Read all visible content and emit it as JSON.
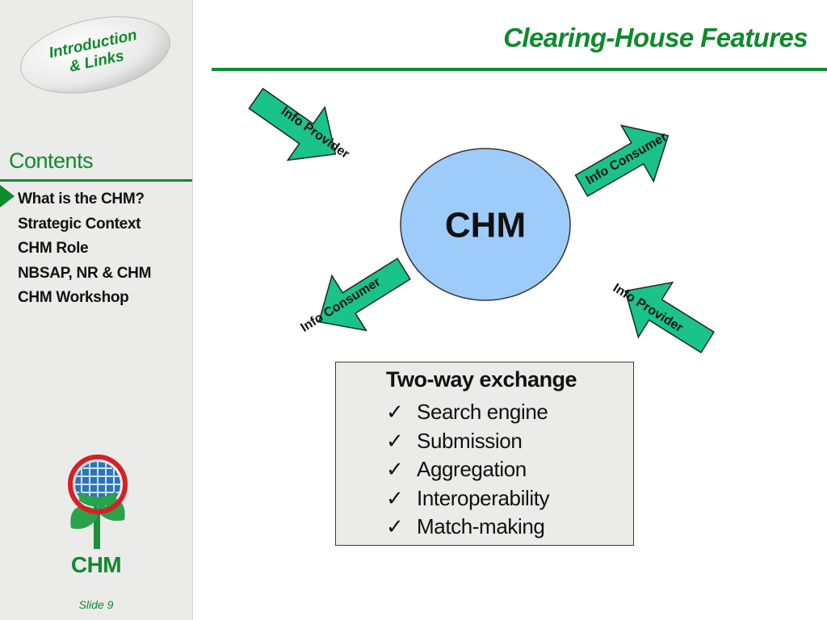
{
  "sidebar": {
    "intro_link": {
      "line1": "Introduction",
      "line2": "& Links"
    },
    "contents_title": "Contents",
    "items": [
      {
        "label": "What is the CHM?",
        "active": true
      },
      {
        "label": "Strategic Context"
      },
      {
        "label": "CHM Role"
      },
      {
        "label": "NBSAP, NR & CHM"
      },
      {
        "label": "CHM Workshop"
      }
    ],
    "logo_text": "CHM",
    "slide_number": "Slide 9"
  },
  "header": {
    "title": "Clearing-House Features"
  },
  "diagram": {
    "center_label": "CHM",
    "arrows": [
      {
        "label": "Info Provider",
        "direction": "inward"
      },
      {
        "label": "Info Consumer",
        "direction": "outward"
      },
      {
        "label": "Info Consumer",
        "direction": "outward"
      },
      {
        "label": "Info Provider",
        "direction": "inward"
      }
    ]
  },
  "features_box": {
    "title": "Two-way exchange",
    "check_symbol": "✓",
    "items": [
      "Search engine",
      "Submission",
      "Aggregation",
      "Interoperability",
      "Match-making"
    ]
  },
  "colors": {
    "brand_green": "#0f8a2d",
    "arrow_fill": "#19c389",
    "circle_fill": "#9dccfb",
    "sidebar_bg": "#ebebea"
  }
}
